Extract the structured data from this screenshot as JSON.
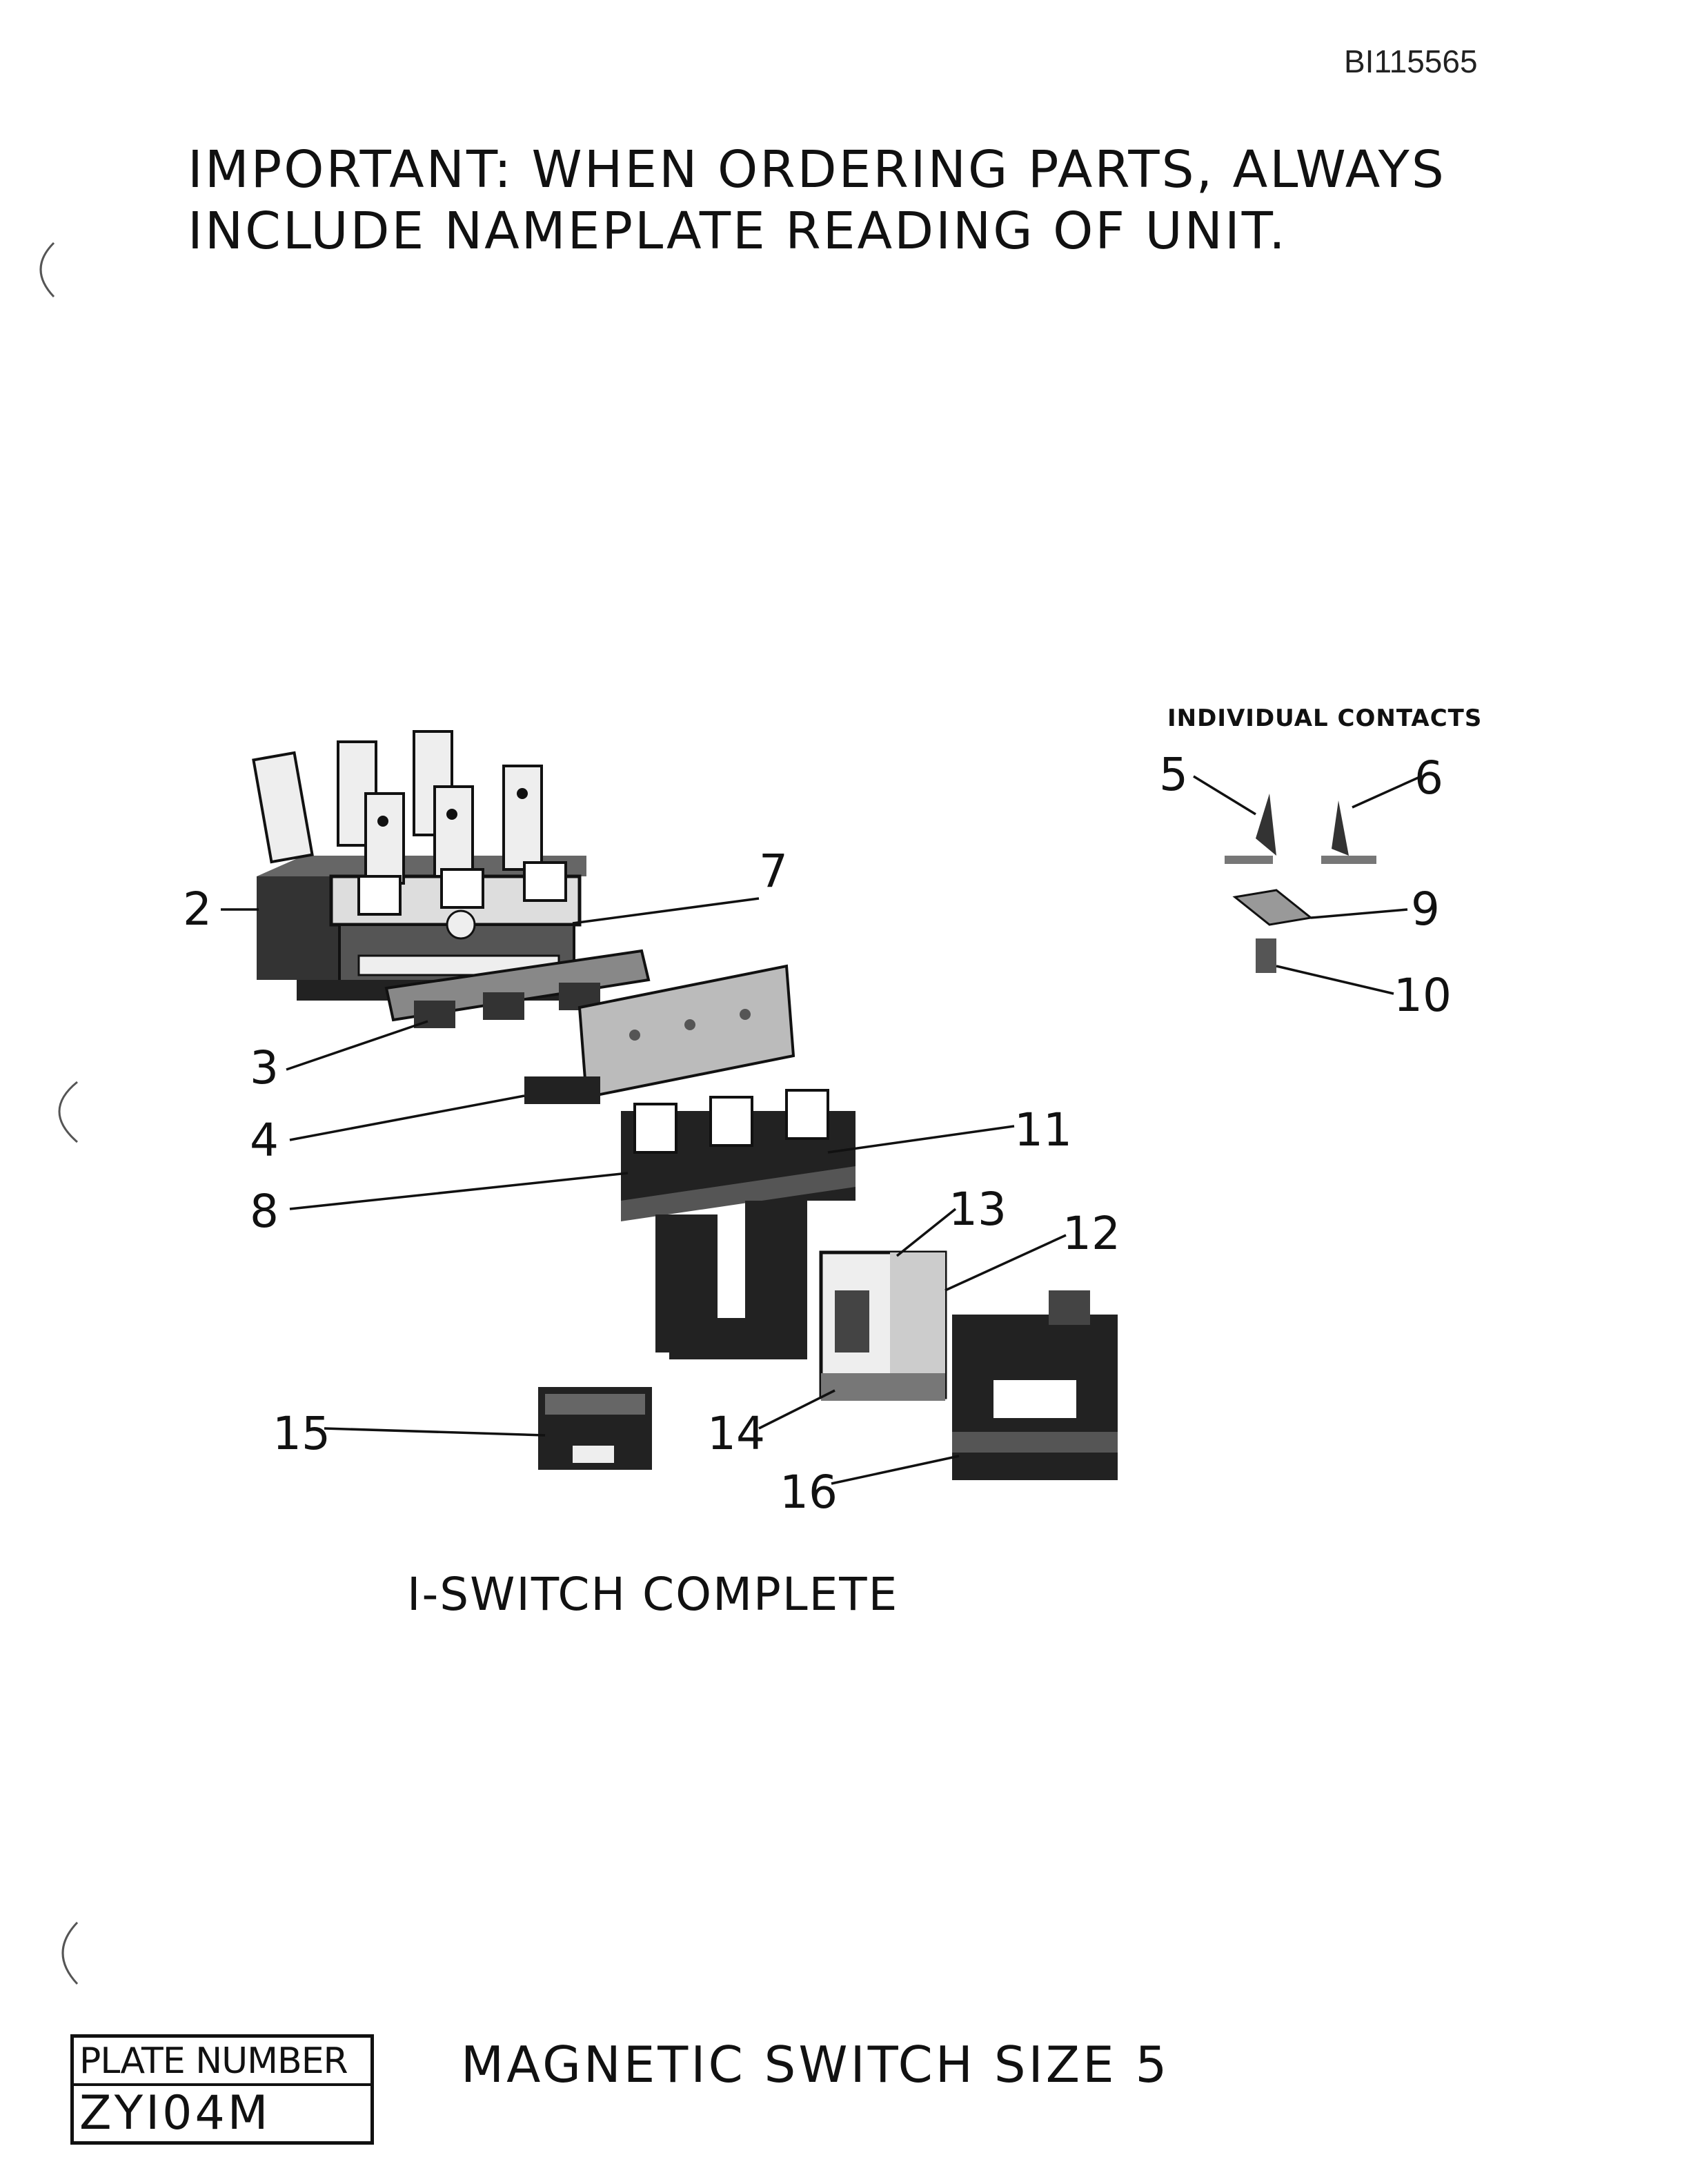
{
  "document_id": "BI115565",
  "notice": {
    "line1": "IMPORTANT: WHEN  ORDERING  PARTS, ALWAYS",
    "line2": "INCLUDE  NAMEPLATE  READING  OF  UNIT."
  },
  "individual_contacts_label": "INDIVIDUAL CONTACTS",
  "callouts": [
    "2",
    "3",
    "4",
    "5",
    "6",
    "7",
    "8",
    "9",
    "10",
    "11",
    "12",
    "13",
    "14",
    "15",
    "16"
  ],
  "caption": "I-SWITCH   COMPLETE",
  "plate": {
    "label": "PLATE NUMBER",
    "number": "ZYI04M"
  },
  "title": "MAGNETIC   SWITCH   SIZE  5"
}
